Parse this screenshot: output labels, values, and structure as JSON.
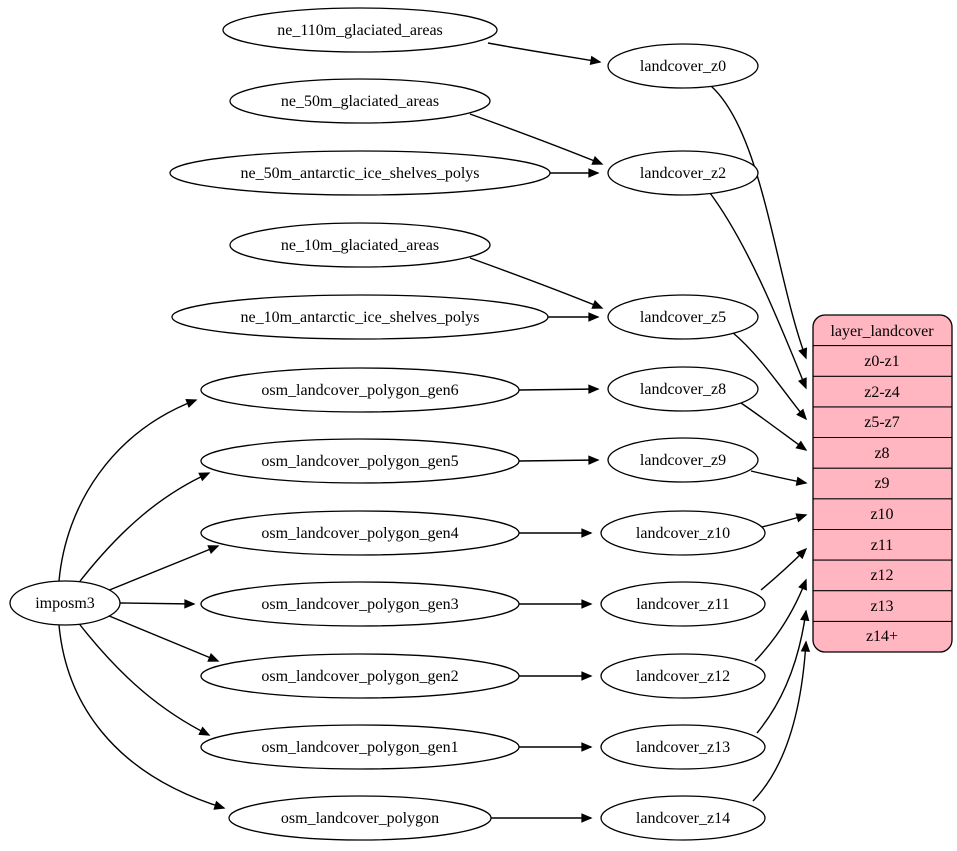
{
  "diagram": {
    "type": "dependency-graph",
    "colors": {
      "background": "#ffffff",
      "node_fill": "#ffffff",
      "node_stroke": "#000000",
      "edge_color": "#000000",
      "record_fill": "#ffb6c1",
      "text_color": "#000000"
    },
    "importer": {
      "label": "imposm3"
    },
    "sources": [
      "ne_110m_glaciated_areas",
      "ne_50m_glaciated_areas",
      "ne_50m_antarctic_ice_shelves_polys",
      "ne_10m_glaciated_areas",
      "ne_10m_antarctic_ice_shelves_polys",
      "osm_landcover_polygon_gen6",
      "osm_landcover_polygon_gen5",
      "osm_landcover_polygon_gen4",
      "osm_landcover_polygon_gen3",
      "osm_landcover_polygon_gen2",
      "osm_landcover_polygon_gen1",
      "osm_landcover_polygon"
    ],
    "intermediates": [
      "landcover_z0",
      "landcover_z2",
      "landcover_z5",
      "landcover_z8",
      "landcover_z9",
      "landcover_z10",
      "landcover_z11",
      "landcover_z12",
      "landcover_z13",
      "landcover_z14"
    ],
    "record": {
      "title": "layer_landcover",
      "rows": [
        "z0-z1",
        "z2-z4",
        "z5-z7",
        "z8",
        "z9",
        "z10",
        "z11",
        "z12",
        "z13",
        "z14+"
      ]
    },
    "edges": [
      {
        "from": "ne_110m_glaciated_areas",
        "to": "landcover_z0"
      },
      {
        "from": "ne_50m_glaciated_areas",
        "to": "landcover_z2"
      },
      {
        "from": "ne_50m_antarctic_ice_shelves_polys",
        "to": "landcover_z2"
      },
      {
        "from": "ne_10m_glaciated_areas",
        "to": "landcover_z5"
      },
      {
        "from": "ne_10m_antarctic_ice_shelves_polys",
        "to": "landcover_z5"
      },
      {
        "from": "osm_landcover_polygon_gen6",
        "to": "landcover_z8"
      },
      {
        "from": "osm_landcover_polygon_gen5",
        "to": "landcover_z9"
      },
      {
        "from": "osm_landcover_polygon_gen4",
        "to": "landcover_z10"
      },
      {
        "from": "osm_landcover_polygon_gen3",
        "to": "landcover_z11"
      },
      {
        "from": "osm_landcover_polygon_gen2",
        "to": "landcover_z12"
      },
      {
        "from": "osm_landcover_polygon_gen1",
        "to": "landcover_z13"
      },
      {
        "from": "osm_landcover_polygon",
        "to": "landcover_z14"
      },
      {
        "from": "imposm3",
        "to": "osm_landcover_polygon_gen6"
      },
      {
        "from": "imposm3",
        "to": "osm_landcover_polygon_gen5"
      },
      {
        "from": "imposm3",
        "to": "osm_landcover_polygon_gen4"
      },
      {
        "from": "imposm3",
        "to": "osm_landcover_polygon_gen3"
      },
      {
        "from": "imposm3",
        "to": "osm_landcover_polygon_gen2"
      },
      {
        "from": "imposm3",
        "to": "osm_landcover_polygon_gen1"
      },
      {
        "from": "imposm3",
        "to": "osm_landcover_polygon"
      },
      {
        "from": "landcover_z0",
        "to": "layer_landcover:z0-z1"
      },
      {
        "from": "landcover_z2",
        "to": "layer_landcover:z2-z4"
      },
      {
        "from": "landcover_z5",
        "to": "layer_landcover:z5-z7"
      },
      {
        "from": "landcover_z8",
        "to": "layer_landcover:z8"
      },
      {
        "from": "landcover_z9",
        "to": "layer_landcover:z9"
      },
      {
        "from": "landcover_z10",
        "to": "layer_landcover:z10"
      },
      {
        "from": "landcover_z11",
        "to": "layer_landcover:z11"
      },
      {
        "from": "landcover_z12",
        "to": "layer_landcover:z12"
      },
      {
        "from": "landcover_z13",
        "to": "layer_landcover:z13"
      },
      {
        "from": "landcover_z14",
        "to": "layer_landcover:z14+"
      }
    ]
  }
}
